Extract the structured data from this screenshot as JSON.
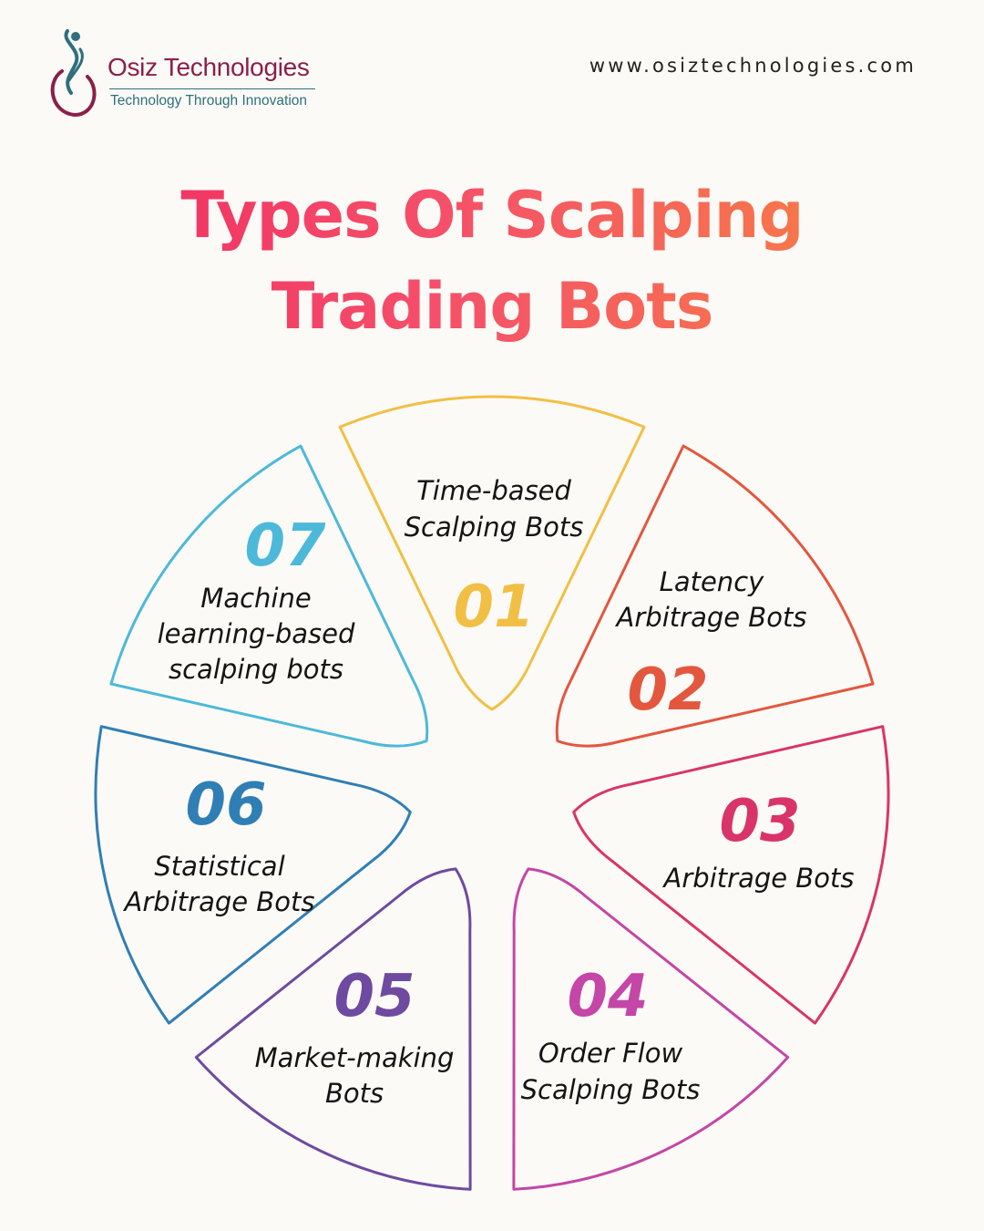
{
  "header": {
    "logo_name": "Osiz Technologies",
    "logo_tagline": "Technology Through Innovation",
    "website": "www.osiztechnologies.com"
  },
  "title": {
    "line1": "Types Of Scalping",
    "line2": "Trading Bots"
  },
  "segments": [
    {
      "number": "01",
      "label": [
        "Time-based",
        "Scalping Bots"
      ],
      "color": "#f2bf45"
    },
    {
      "number": "02",
      "label": [
        "Latency",
        "Arbitrage Bots"
      ],
      "color": "#e3573e"
    },
    {
      "number": "03",
      "label": [
        "Arbitrage Bots"
      ],
      "color": "#d9346a"
    },
    {
      "number": "04",
      "label": [
        "Order Flow",
        "Scalping Bots"
      ],
      "color": "#c446a6"
    },
    {
      "number": "05",
      "label": [
        "Market-making",
        "Bots"
      ],
      "color": "#6e4aa0"
    },
    {
      "number": "06",
      "label": [
        "Statistical",
        "Arbitrage Bots"
      ],
      "color": "#2f7fb5"
    },
    {
      "number": "07",
      "label": [
        "Machine",
        "learning-based",
        "scalping bots"
      ],
      "color": "#4cb9da"
    }
  ],
  "colors": {
    "logo_primary": "#8b1f4a",
    "logo_secondary": "#2f6f7e",
    "title_gradient_start": "#f0255f",
    "title_gradient_end": "#f6893c",
    "background": "#fbfaf6"
  }
}
